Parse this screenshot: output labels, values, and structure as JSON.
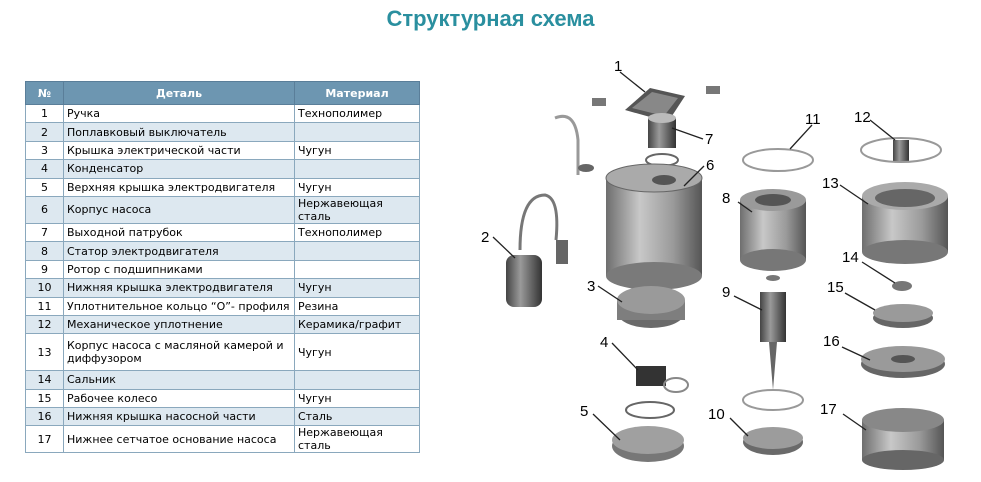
{
  "title": "Структурная схема",
  "table": {
    "headers": [
      "№",
      "Деталь",
      "Материал"
    ],
    "rows": [
      {
        "n": "1",
        "part": "Ручка",
        "material": "Технополимер"
      },
      {
        "n": "2",
        "part": "Поплавковый выключатель",
        "material": ""
      },
      {
        "n": "3",
        "part": "Крышка электрической части",
        "material": "Чугун"
      },
      {
        "n": "4",
        "part": "Конденсатор",
        "material": ""
      },
      {
        "n": "5",
        "part": "Верхняя крышка электродвигателя",
        "material": "Чугун"
      },
      {
        "n": "6",
        "part": "Корпус насоса",
        "material": "Нержавеющая сталь"
      },
      {
        "n": "7",
        "part": "Выходной патрубок",
        "material": "Технополимер"
      },
      {
        "n": "8",
        "part": "Статор электродвигателя",
        "material": ""
      },
      {
        "n": "9",
        "part": "Ротор с подшипниками",
        "material": ""
      },
      {
        "n": "10",
        "part": "Нижняя крышка электродвигателя",
        "material": "Чугун"
      },
      {
        "n": "11",
        "part": "Уплотнительное кольцо “О”- профиля",
        "material": "Резина"
      },
      {
        "n": "12",
        "part": "Механическое уплотнение",
        "material": "Керамика/графит"
      },
      {
        "n": "13",
        "part": "Корпус насоса с масляной камерой и диффузором",
        "material": "Чугун"
      },
      {
        "n": "14",
        "part": "Сальник",
        "material": ""
      },
      {
        "n": "15",
        "part": "Рабочее колесо",
        "material": "Чугун"
      },
      {
        "n": "16",
        "part": "Нижняя крышка насосной части",
        "material": "Сталь"
      },
      {
        "n": "17",
        "part": "Нижнее сетчатое основание насоса",
        "material": "Нержавеющая сталь"
      }
    ]
  },
  "callouts": [
    "1",
    "2",
    "3",
    "4",
    "5",
    "6",
    "7",
    "8",
    "9",
    "10",
    "11",
    "12",
    "13",
    "14",
    "15",
    "16",
    "17"
  ]
}
